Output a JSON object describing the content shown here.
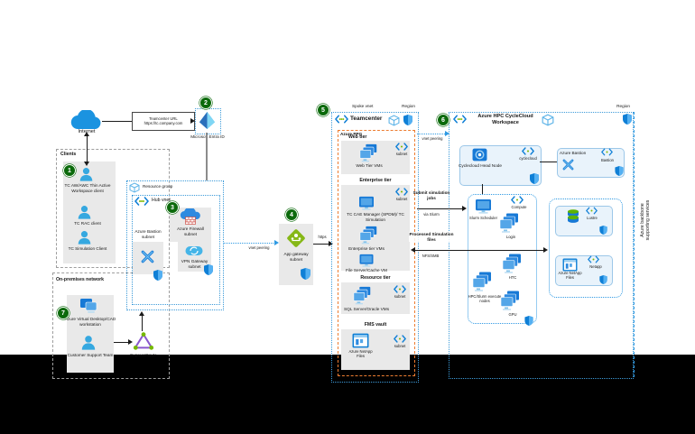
{
  "colors": {
    "badge_green": "#0b6a0b",
    "azure_blue": "#0f7fd6",
    "dotted_blue": "#2f9ae3",
    "ppg_orange": "#ed7d31",
    "panel_gray": "#e9e9e9",
    "appgw_green": "#86b817",
    "expressroute_purple": "#8a57ce"
  },
  "internet": {
    "label": "Internet"
  },
  "url_box": {
    "line1": "Teamcenter URL",
    "line2": "https://tc.company.com"
  },
  "entra": {
    "badge": "2",
    "label": "Microsoft Entra ID"
  },
  "clients": {
    "badge": "1",
    "title": "Clients",
    "items": [
      {
        "label": "TC AW/AWC Thin Active Workspace client"
      },
      {
        "label": "TC RAC client"
      },
      {
        "label": "TC Simulation Client"
      }
    ]
  },
  "onprem": {
    "badge": "7",
    "title": "On-premises network",
    "avd_label": "Azure Virtual Desktop/CAD workstation",
    "support_label": "Customer Support Team",
    "expressroute_label": "ExpressRoute"
  },
  "hub": {
    "badge": "3",
    "resource_group_label": "Resource group",
    "vnet_label": "Hub vnet",
    "firewall_subnet": "Azure Firewall subnet",
    "bastion_subnet": "Azure Bastion subnet",
    "vpn_subnet": "VPN Gateway subnet"
  },
  "app_gateway": {
    "badge": "4",
    "label": "App gateway subnet",
    "peering_label": "vnet peering",
    "https_label": "https"
  },
  "teamcenter": {
    "badge": "5",
    "spoke_label": "Spoke vnet",
    "region_label": "Region",
    "title": "Teamcenter",
    "ppg_label": "Azure PPG",
    "web_tier": {
      "header": "Web tier",
      "vms": "Web Tier VMs",
      "subnet": "subnet"
    },
    "enterprise_tier": {
      "header": "Enterprise tier",
      "subnet": "subnet",
      "cae": "TC CAE Manager (SPDM)/ TC Simulation",
      "vms": "Enterprise tier VMs",
      "file_server": "File Server/Cache VM"
    },
    "resource_tier": {
      "header": "Resource tier",
      "subnet": "subnet",
      "sql": "SQL Server/Oracle VMs"
    },
    "fms": {
      "header": "FMS vault",
      "subnet": "subnet",
      "anf": "Azure NetApp Files"
    }
  },
  "flows": {
    "peering_top": "vnet peering",
    "submit": "Submit simulation jobs",
    "submit_via": "via Slurm",
    "processed": "Processed Simulation files",
    "processed_via": "NFS/SMB"
  },
  "hpc": {
    "badge": "6",
    "region_label": "Region",
    "title_line1": "Azure HPC CycleCloud",
    "title_line2": "Workspace",
    "head_node": {
      "label": "Cyclecloud Head Node",
      "subnet": "cyclecloud"
    },
    "bastion": {
      "label": "Azure Bastion",
      "subnet": "Bastion"
    },
    "compute": {
      "subnet": "Compute",
      "scheduler": "Slurm Scheduler",
      "login": "Login",
      "htc": "HTC",
      "hpc_nodes": "HPC/Slurm execute nodes",
      "gpu": "GPU"
    },
    "storage": {
      "lustre_subnet": "Lustre",
      "netapp_subnet": "Netapp",
      "anf": "Azure NetApp Files"
    }
  },
  "backbone": {
    "line1": "Azure backbone",
    "line2": "supporting services"
  }
}
